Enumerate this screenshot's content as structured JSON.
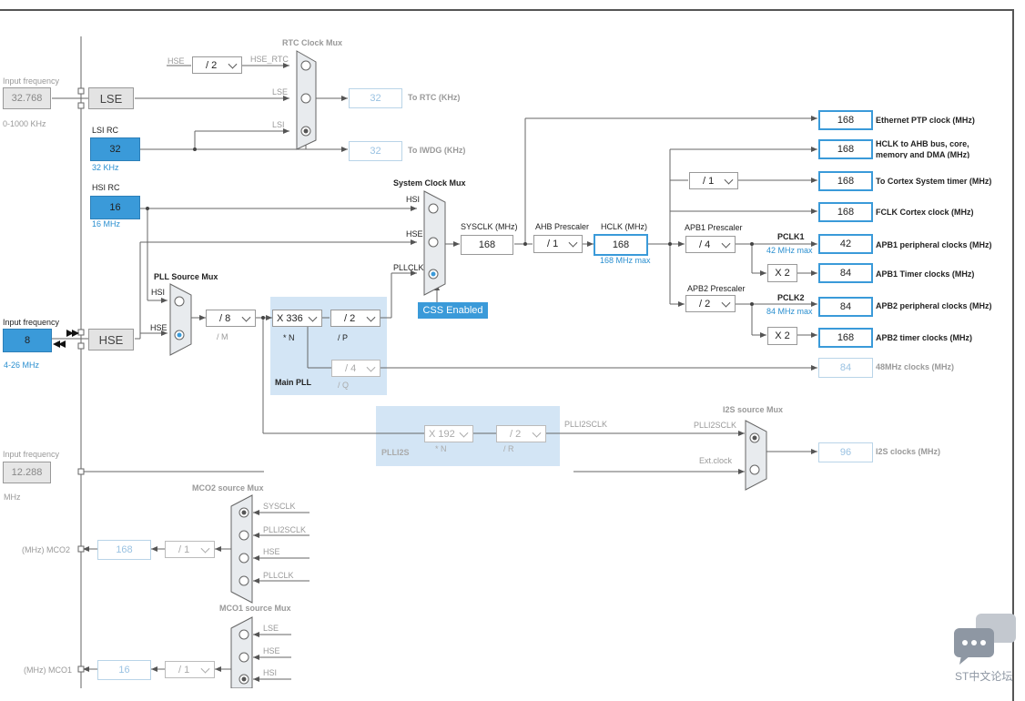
{
  "left": {
    "lse_input_title": "Input frequency",
    "lse_input_value": "32.768",
    "lse_input_range": "0-1000 KHz",
    "lse_label": "LSE",
    "lsi_title": "LSI RC",
    "lsi_value": "32",
    "lsi_unit": "32 KHz",
    "hsi_title": "HSI RC",
    "hsi_value": "16",
    "hsi_unit": "16 MHz",
    "hse_input_title": "Input frequency",
    "hse_input_value": "8",
    "hse_input_range": "4-26 MHz",
    "hse_label": "HSE",
    "ext_input_title": "Input frequency",
    "ext_input_value": "12.288",
    "ext_input_unit": "MHz"
  },
  "rtc": {
    "title": "RTC Clock Mux",
    "hse_label": "HSE",
    "hse_div": "/ 2",
    "hse_rtc": "HSE_RTC",
    "lse_in": "LSE",
    "lsi_in": "LSI",
    "rtc_value": "32",
    "rtc_label": "To RTC (KHz)",
    "iwdg_value": "32",
    "iwdg_label": "To IWDG (KHz)"
  },
  "sysmux": {
    "title": "System Clock Mux",
    "hsi": "HSI",
    "hse": "HSE",
    "pllclk": "PLLCLK",
    "css": "CSS Enabled",
    "sysclk_label": "SYSCLK (MHz)",
    "sysclk_value": "168",
    "ahb_label": "AHB Prescaler",
    "ahb_value": "/ 1",
    "hclk_label": "HCLK (MHz)",
    "hclk_value": "168",
    "hclk_max": "168 MHz max"
  },
  "pll": {
    "src_title": "PLL Source Mux",
    "hsi": "HSI",
    "hse": "HSE",
    "m_value": "/ 8",
    "m_label": "/ M",
    "n_value": "X 336",
    "n_label": "* N",
    "p_value": "/ 2",
    "p_label": "/ P",
    "q_value": "/ 4",
    "q_label": "/ Q",
    "main_label": "Main PLL",
    "i2s_n_value": "X 192",
    "i2s_n_label": "* N",
    "i2s_r_value": "/ 2",
    "i2s_r_label": "/ R",
    "i2s_label": "PLLI2S",
    "plli2sclk": "PLLI2SCLK"
  },
  "outputs": {
    "eth_value": "168",
    "eth_label": "Ethernet PTP clock (MHz)",
    "hclk_ahb_value": "168",
    "hclk_ahb_label": "HCLK to AHB bus, core,",
    "hclk_ahb_label2": "memory and DMA (MHz)",
    "systick_div": "/ 1",
    "systick_value": "168",
    "systick_label": "To Cortex System timer (MHz)",
    "fclk_value": "168",
    "fclk_label": "FCLK Cortex clock (MHz)",
    "apb1_title": "APB1 Prescaler",
    "apb1_div": "/ 4",
    "pclk1": "PCLK1",
    "pclk1_max": "42 MHz max",
    "apb1_value": "42",
    "apb1_label": "APB1 peripheral clocks (MHz)",
    "apb1_timer_mul": "X 2",
    "apb1_timer_value": "84",
    "apb1_timer_label": "APB1 Timer clocks (MHz)",
    "apb2_title": "APB2 Prescaler",
    "apb2_div": "/ 2",
    "pclk2": "PCLK2",
    "pclk2_max": "84 MHz max",
    "apb2_value": "84",
    "apb2_label": "APB2 peripheral clocks (MHz)",
    "apb2_timer_mul": "X 2",
    "apb2_timer_value": "168",
    "apb2_timer_label": "APB2 timer clocks (MHz)",
    "usb_value": "84",
    "usb_label": "48MHz clocks (MHz)",
    "i2s_title": "I2S source Mux",
    "i2s_in1": "PLLI2SCLK",
    "i2s_in2": "Ext.clock",
    "i2s_value": "96",
    "i2s_label": "I2S clocks (MHz)"
  },
  "mco": {
    "mco2_title": "MCO2 source Mux",
    "mco2_sysclk": "SYSCLK",
    "mco2_plli2s": "PLLI2SCLK",
    "mco2_hse": "HSE",
    "mco2_pll": "PLLCLK",
    "mco2_label": "(MHz) MCO2",
    "mco2_value": "168",
    "mco2_div": "/ 1",
    "mco1_title": "MCO1 source Mux",
    "mco1_lse": "LSE",
    "mco1_hse": "HSE",
    "mco1_hsi": "HSI",
    "mco1_label": "(MHz) MCO1",
    "mco1_value": "16",
    "mco1_div": "/ 1"
  },
  "watermark": "ST中文论坛"
}
